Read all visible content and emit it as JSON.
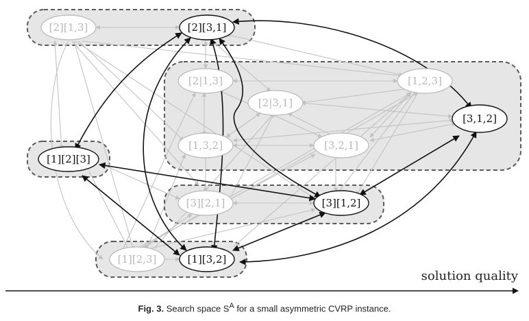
{
  "nodes": [
    {
      "id": "n213",
      "label": "[2|1,3]",
      "highlight": false
    },
    {
      "id": "n231",
      "label": "[2|3,1]",
      "highlight": false
    },
    {
      "id": "n123",
      "label": "[1,2,3]",
      "highlight": false
    },
    {
      "id": "n132",
      "label": "[1,3,2]",
      "highlight": false
    },
    {
      "id": "n321",
      "label": "[3,2,1]",
      "highlight": false
    },
    {
      "id": "n312",
      "label": "[3,1,2]",
      "highlight": true
    },
    {
      "id": "g2_13",
      "label": "[2][1,3]",
      "highlight": false
    },
    {
      "id": "g2_31",
      "label": "[2][3,1]",
      "highlight": true
    },
    {
      "id": "g1_2_3",
      "label": "[1][2][3]",
      "highlight": true
    },
    {
      "id": "g3_21",
      "label": "[3][2,1]",
      "highlight": false
    },
    {
      "id": "g3_12",
      "label": "[3][1,2]",
      "highlight": true
    },
    {
      "id": "g1_23",
      "label": "[1][2,3]",
      "highlight": false
    },
    {
      "id": "g1_32",
      "label": "[1][3,2]",
      "highlight": true
    }
  ],
  "axis_label": "solution quality",
  "caption": {
    "label": "Fig. 3.",
    "text": "Search space S",
    "superscript": "A",
    "rest": " for a small asymmetric CVRP instance."
  },
  "colors": {
    "group_fill": "#e6e6e6",
    "group_border": "#5a5a5a",
    "faded": "#b8b8b8",
    "dark": "#111111"
  }
}
